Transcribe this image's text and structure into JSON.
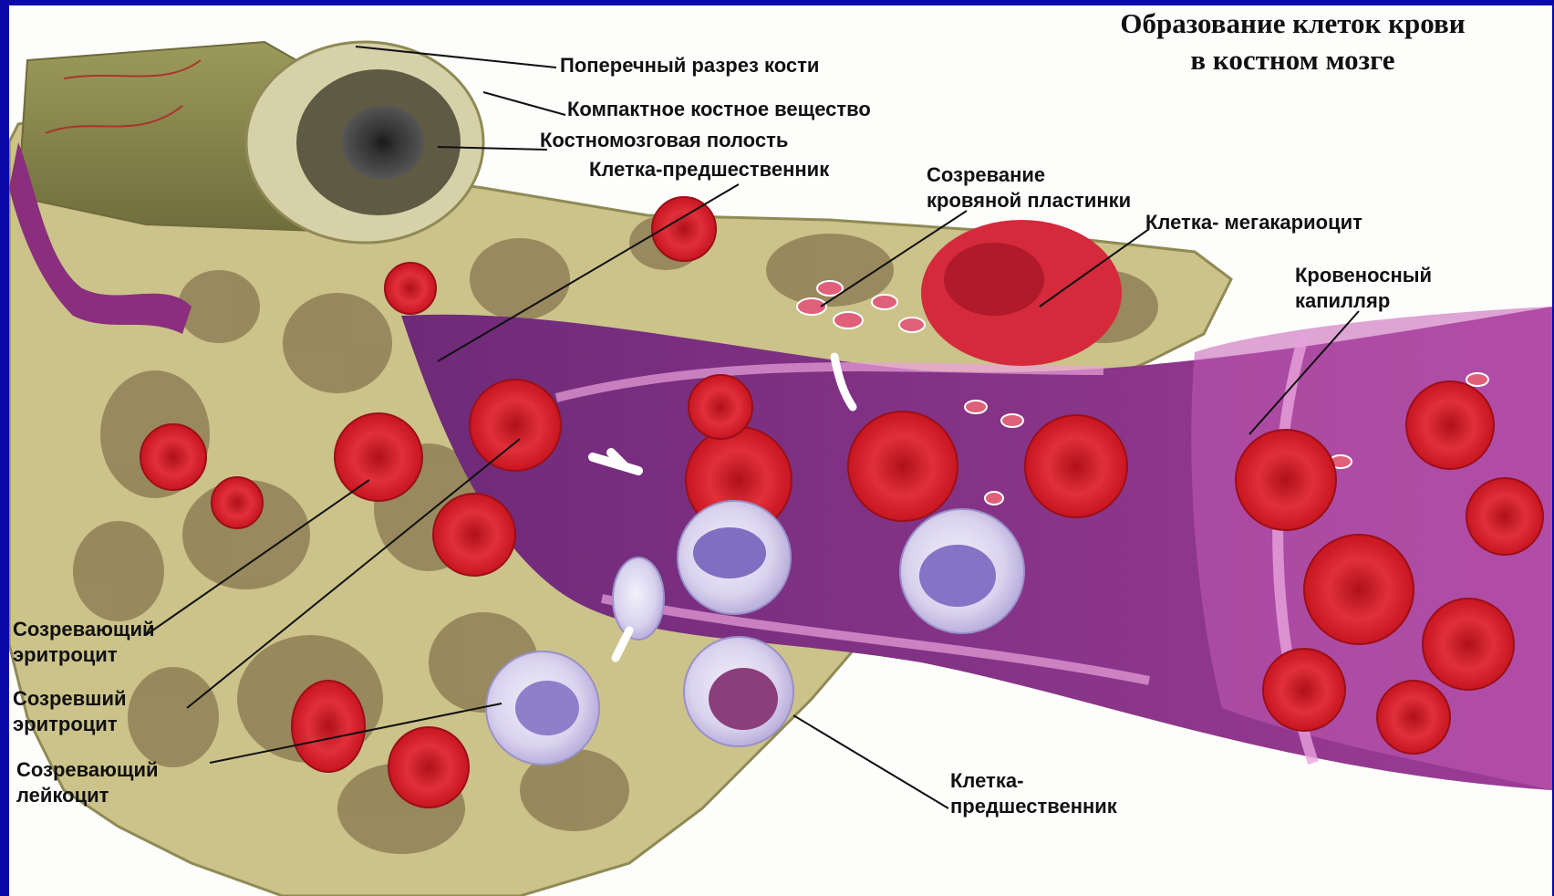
{
  "title": {
    "line1": "Образование клеток крови",
    "line2": "в костном мозге"
  },
  "labels": {
    "bone_cross_section": "Поперечный разрез кости",
    "compact_bone": "Компактное костное вещество",
    "marrow_cavity": "Костномозговая полость",
    "progenitor_top": "Клетка-предшественник",
    "platelet_maturation": "Созревание\nкровяной пластинки",
    "megakaryocyte": "Клетка- мегакариоцит",
    "capillary": "Кровеносный\nкапилляр",
    "maturing_erythrocyte": "Созревающий\nэритроцит",
    "mature_erythrocyte": "Созревший\nэритроцит",
    "maturing_leukocyte": "Созревающий\nлейкоцит",
    "progenitor_bottom": "Клетка-\nпредшественник"
  },
  "colors": {
    "border": "#0a0aa8",
    "bone": "#c7bf86",
    "bone_dark": "#8f8a55",
    "erythrocyte": "#d8202a",
    "vessel": "#9b3a8f",
    "vessel_light": "#d678c8",
    "leukocyte": "#9b8fd0"
  }
}
